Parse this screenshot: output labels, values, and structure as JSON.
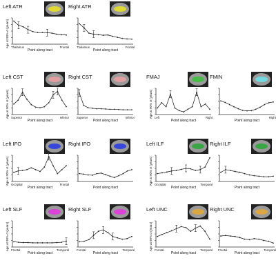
{
  "y_axis_label": "Age at 90% σ (years)",
  "x_axis_label": "Point along tract",
  "colors": {
    "line": "#2b2b2b",
    "axis": "#333333",
    "ATR": "#e8df2a",
    "CST": "#e9a0a0",
    "FMAJ": "#3fbf3f",
    "FMIN": "#6fe0e6",
    "IFO": "#2b3ee0",
    "ILF": "#2ea83a",
    "SLF": "#e23ae0",
    "UNC": "#e2a93a"
  },
  "chart_data": [
    {
      "type": "line",
      "title": "Left ATR",
      "tract": "ATR",
      "x_start": "Thalamus",
      "x_end": "Frontal",
      "values": [
        0.88,
        0.72,
        0.66,
        0.55,
        0.48,
        0.44,
        0.44,
        0.44,
        0.42,
        0.38,
        0.36,
        0.35
      ],
      "error_bars": [
        1,
        3,
        7
      ]
    },
    {
      "type": "line",
      "title": "Right ATR",
      "tract": "ATR",
      "x_start": "Thalamus",
      "x_end": "Frontal",
      "values": [
        0.78,
        0.62,
        0.42,
        0.38,
        0.36,
        0.34,
        0.35,
        0.3,
        0.26,
        0.22,
        0.2,
        0.19
      ],
      "error_bars": [
        1,
        3
      ]
    },
    {
      "type": "line",
      "title": "Left CST",
      "tract": "CST",
      "x_start": "Superior",
      "x_end": "Inferior",
      "values": [
        0.4,
        0.55,
        0.85,
        0.58,
        0.38,
        0.28,
        0.26,
        0.3,
        0.45,
        0.75,
        0.88,
        0.55,
        0.3
      ],
      "error_bars": [
        2,
        9,
        10
      ]
    },
    {
      "type": "line",
      "title": "Right CST",
      "tract": "CST",
      "x_start": "Superior",
      "x_end": "Inferior",
      "values": [
        0.82,
        0.35,
        0.26,
        0.24,
        0.22,
        0.22,
        0.21,
        0.2,
        0.2,
        0.19,
        0.18,
        0.18,
        0.18
      ],
      "error_bars": [
        0
      ]
    },
    {
      "type": "line",
      "title": "FMAJ",
      "tract": "FMAJ",
      "x_start": "Left",
      "x_end": "Right",
      "values": [
        0.25,
        0.45,
        0.3,
        0.78,
        0.25,
        0.15,
        0.1,
        0.2,
        0.3,
        0.85,
        0.3,
        0.4,
        0.2
      ],
      "error_bars": [
        3,
        9
      ]
    },
    {
      "type": "line",
      "title": "FMIN",
      "tract": "FMIN",
      "x_start": "",
      "x_end": "Right",
      "values": [
        0.52,
        0.46,
        0.38,
        0.3,
        0.22,
        0.16,
        0.14,
        0.15,
        0.2,
        0.28,
        0.38,
        0.45,
        0.48
      ],
      "error_bars": []
    },
    {
      "type": "line",
      "title": "Left IFO",
      "tract": "IFO",
      "x_start": "Occipital",
      "x_end": "Frontal",
      "values": [
        0.35,
        0.4,
        0.42,
        0.45,
        0.52,
        0.45,
        0.38,
        0.55,
        0.95,
        0.6,
        0.3,
        0.45,
        0.6
      ],
      "error_bars": [
        1,
        8
      ]
    },
    {
      "type": "line",
      "title": "Right IFO",
      "tract": "IFO",
      "x_start": "",
      "x_end": "",
      "values": [
        0.3,
        0.28,
        0.25,
        0.24,
        0.3,
        0.32,
        0.26,
        0.2,
        0.15,
        0.22,
        0.3,
        0.4,
        0.45
      ],
      "error_bars": []
    },
    {
      "type": "line",
      "title": "Left ILF",
      "tract": "ILF",
      "x_start": "Occipital",
      "x_end": "Temporal",
      "values": [
        0.3,
        0.33,
        0.36,
        0.4,
        0.42,
        0.46,
        0.5,
        0.48,
        0.42,
        0.45,
        0.55,
        0.9
      ],
      "error_bars": [
        3,
        6,
        9
      ]
    },
    {
      "type": "line",
      "title": "Right ILF",
      "tract": "ILF",
      "x_start": "",
      "x_end": "",
      "values": [
        0.35,
        0.45,
        0.42,
        0.38,
        0.35,
        0.3,
        0.25,
        0.22,
        0.2,
        0.18,
        0.18,
        0.2
      ],
      "error_bars": [
        1
      ]
    },
    {
      "type": "line",
      "title": "Left SLF",
      "tract": "SLF",
      "x_start": "Frontal",
      "x_end": "Temporal",
      "values": [
        0.2,
        0.18,
        0.17,
        0.17,
        0.16,
        0.16,
        0.16,
        0.16,
        0.16,
        0.17,
        0.18,
        0.22
      ],
      "error_bars": [
        11
      ]
    },
    {
      "type": "line",
      "title": "Right SLF",
      "tract": "SLF",
      "x_start": "Frontal",
      "x_end": "Temporal",
      "values": [
        0.2,
        0.22,
        0.28,
        0.45,
        0.6,
        0.65,
        0.55,
        0.4,
        0.35,
        0.3,
        0.32,
        0.4
      ],
      "error_bars": [
        3,
        5,
        7
      ]
    },
    {
      "type": "line",
      "title": "Left UNC",
      "tract": "UNC",
      "x_start": "Frontal",
      "x_end": "Temporal",
      "values": [
        0.4,
        0.48,
        0.55,
        0.62,
        0.7,
        0.78,
        0.74,
        0.6,
        0.72,
        0.8,
        0.6,
        0.3
      ],
      "error_bars": [
        4,
        8
      ]
    },
    {
      "type": "line",
      "title": "Right UNC",
      "tract": "UNC",
      "x_start": "Frontal",
      "x_end": "Temporal",
      "values": [
        0.42,
        0.44,
        0.42,
        0.4,
        0.36,
        0.3,
        0.28,
        0.32,
        0.3,
        0.25,
        0.22,
        0.15
      ],
      "error_bars": []
    }
  ]
}
